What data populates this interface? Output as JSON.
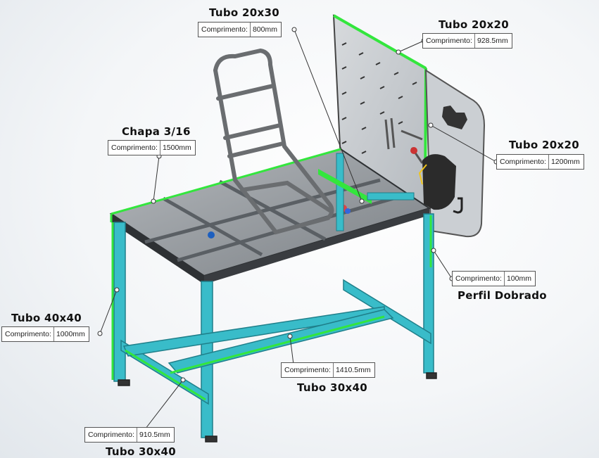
{
  "annotations": [
    {
      "id": "tubo-20x30",
      "title": "Tubo 20x30",
      "key": "Comprimento:",
      "value": "800mm"
    },
    {
      "id": "tubo-20x20-top",
      "title": "Tubo 20x20",
      "key": "Comprimento:",
      "value": "928.5mm"
    },
    {
      "id": "chapa-3-16",
      "title": "Chapa 3/16",
      "key": "Comprimento:",
      "value": "1500mm"
    },
    {
      "id": "tubo-20x20-side",
      "title": "Tubo 20x20",
      "key": "Comprimento:",
      "value": "1200mm"
    },
    {
      "id": "perfil-dobrado",
      "title": "Perfil Dobrado",
      "key": "Comprimento:",
      "value": "100mm"
    },
    {
      "id": "tubo-40x40",
      "title": "Tubo 40x40",
      "key": "Comprimento:",
      "value": "1000mm"
    },
    {
      "id": "tubo-30x40-center",
      "title": "Tubo 30x40",
      "key": "Comprimento:",
      "value": "1410.5mm"
    },
    {
      "id": "tubo-30x40-bottom",
      "title": "Tubo 30x40",
      "key": "Comprimento:",
      "value": "910.5mm"
    }
  ],
  "colors": {
    "frame": "#39bcc9",
    "frame_dark": "#1f7f8a",
    "highlight": "#33e63d",
    "top_plate": "#8e9296",
    "top_edge": "#3a3d40",
    "panel": "#c9cdd1",
    "dim_border": "#555555",
    "leader": "#333333"
  }
}
